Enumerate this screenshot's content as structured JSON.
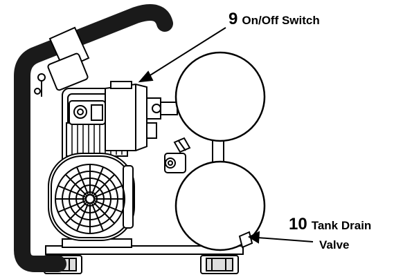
{
  "callouts": [
    {
      "number": "9",
      "label": "On/Off Switch"
    },
    {
      "number": "10",
      "label": "Tank Drain",
      "label_line2": "Valve"
    }
  ],
  "colors": {
    "ink": "#000000",
    "handle": "#1a1a1a",
    "paper": "#ffffff"
  }
}
